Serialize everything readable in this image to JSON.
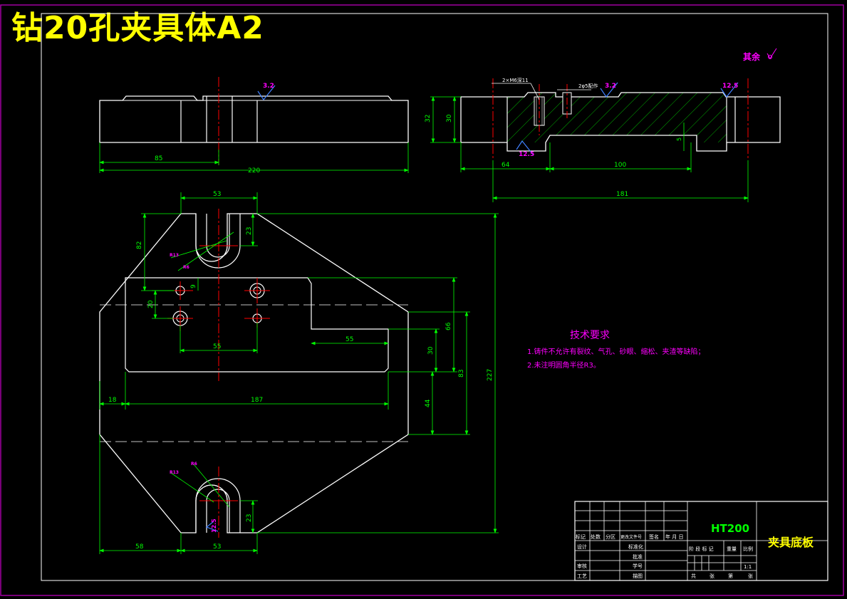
{
  "drawing_title": "钻20孔夹具体A2",
  "colors": {
    "background": "#000000",
    "frame": "#a000a0",
    "outline": "#ffffff",
    "dimension": "#00ff00",
    "center_line": "#ff0000",
    "hatch": "#00c000",
    "roughness": "#4080ff",
    "annotation": "#ff00ff",
    "title_text": "#ffff00"
  },
  "roughness_note": {
    "label": "其余"
  },
  "front_view": {
    "roughness": "3.2",
    "dims": {
      "d85": "85",
      "d220": "220"
    }
  },
  "section_view": {
    "note_thread": "2×M6深11",
    "note_pin": "2φ5配作",
    "roughness_top_left": "3.2",
    "roughness_top_right": "12.5",
    "roughness_bottom": "12.5",
    "dims": {
      "d32": "32",
      "d30": "30",
      "d64": "64",
      "d100": "100",
      "d181": "181",
      "d5": "5"
    }
  },
  "plan_view": {
    "dims": {
      "d53_top": "53",
      "d23_top": "23",
      "d82": "82",
      "d9": "9",
      "d20": "20",
      "d55_holes": "55",
      "d55_slot": "55",
      "d66": "66",
      "d30": "30",
      "d83": "83",
      "d44": "44",
      "d227": "227",
      "d18": "18",
      "d187": "187",
      "d58": "58",
      "d53_bottom": "53",
      "d23_bottom": "23"
    },
    "radius_labels": {
      "r_top": "R13",
      "r_top_small": "R6",
      "r_bottom": "R13",
      "r_bottom_small": "R6"
    },
    "roughness_bottom": "12.5"
  },
  "tech_requirements": {
    "heading": "技术要求",
    "items": [
      "1.铸件不允许有裂纹、气孔、砂眼、缩松、夹渣等缺陷；",
      "2.未注明圆角半径R3。"
    ]
  },
  "title_block": {
    "material": "HT200",
    "part_name": "夹具底板",
    "row_labels": [
      "标记",
      "处数",
      "分区",
      "更改文件号",
      "签名",
      "年 月 日"
    ],
    "left_labels": [
      "设计",
      "审核",
      "工艺"
    ],
    "mid_labels": [
      "标准化",
      "批准",
      "学号",
      "描图"
    ],
    "stage_headers": [
      "阶 段 标 记",
      "重量",
      "比例"
    ],
    "scale": "1:1",
    "sheet_row": [
      "共",
      "张",
      "第",
      "张"
    ]
  }
}
